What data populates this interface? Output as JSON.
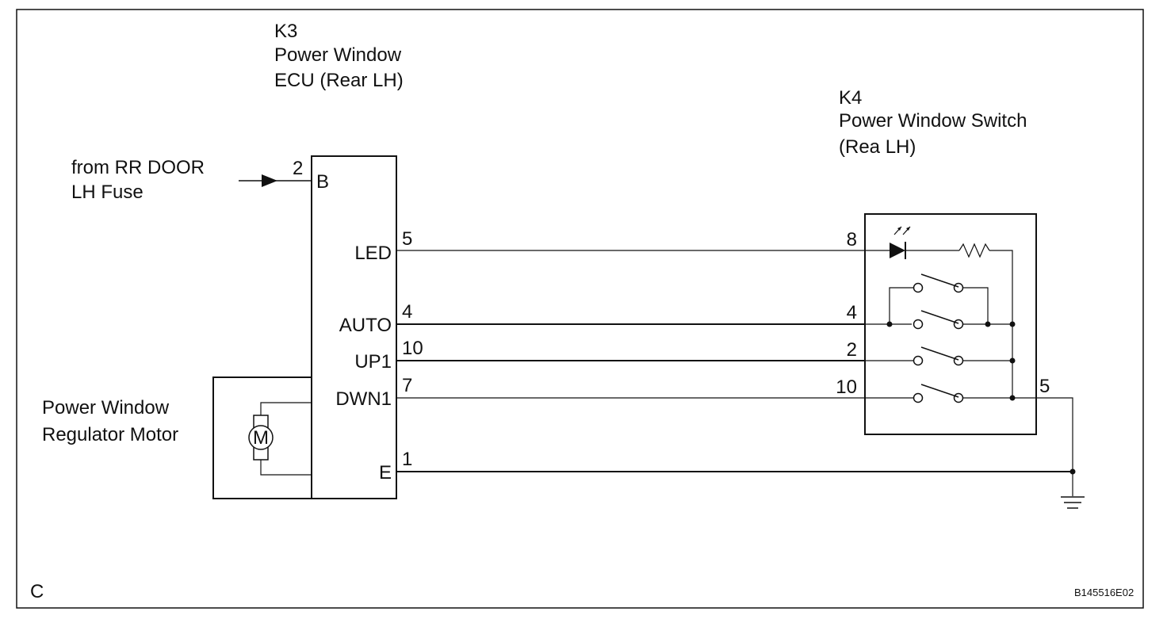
{
  "frame_label": "C",
  "figure_code": "B145516E02",
  "ecu": {
    "id": "K3",
    "name_line1": "Power Window",
    "name_line2": "ECU (Rear LH)",
    "pin_b_number": "2",
    "pin_b_label": "B",
    "pins": [
      {
        "label": "LED",
        "number": "5"
      },
      {
        "label": "AUTO",
        "number": "4"
      },
      {
        "label": "UP1",
        "number": "10"
      },
      {
        "label": "DWN1",
        "number": "7"
      },
      {
        "label": "E",
        "number": "1"
      }
    ]
  },
  "fuse_source": {
    "line1": "from RR DOOR",
    "line2": "LH  Fuse"
  },
  "motor": {
    "line1": "Power Window",
    "line2": "Regulator Motor",
    "symbol": "M"
  },
  "switch": {
    "id": "K4",
    "name_line1": "Power Window Switch",
    "name_line2": "(Rea LH)",
    "pins": [
      "8",
      "4",
      "2",
      "10"
    ],
    "ground_pin": "5"
  }
}
